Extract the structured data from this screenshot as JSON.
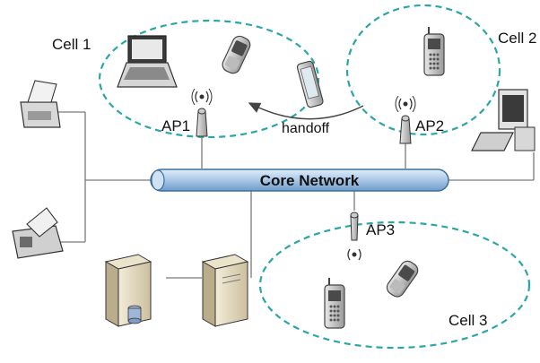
{
  "cells": [
    {
      "label": "Cell 1"
    },
    {
      "label": "Cell 2"
    },
    {
      "label": "Cell 3"
    }
  ],
  "access_points": [
    {
      "label": "AP1"
    },
    {
      "label": "AP2"
    },
    {
      "label": "AP3"
    }
  ],
  "handoff_label": "handoff",
  "core_network_label": "Core Network",
  "colors": {
    "cell_border": "#2aa6a6",
    "wire": "#7a7a7a",
    "core_fill": "#a9c7e6",
    "core_stroke": "#3d6f9e",
    "arrow": "#444444"
  }
}
